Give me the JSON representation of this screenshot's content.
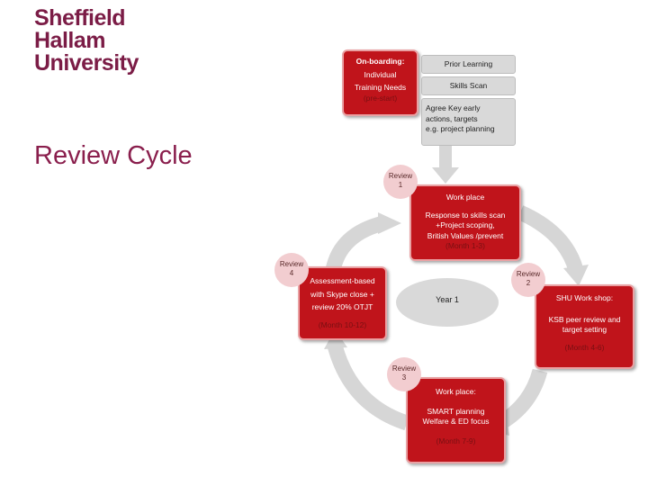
{
  "logo": {
    "line1": "Sheffield",
    "line2": "Hallam",
    "line3": "University"
  },
  "title": "Review Cycle",
  "onboarding": {
    "heading": "On-boarding:",
    "line1": "Individual",
    "line2": "Training Needs",
    "line3": "(pre-start)"
  },
  "side_boxes": {
    "prior_learning": "Prior Learning",
    "skills_scan": "Skills Scan",
    "agree": {
      "line1": "Agree Key early",
      "line2": "actions, targets",
      "line3": "e.g. project planning"
    }
  },
  "workplace1": {
    "heading": "Work place",
    "line1": "Response  to skills scan",
    "line2": "+Project scoping,",
    "line3": "British Values /prevent",
    "line4": "(Month 1-3)"
  },
  "shu_workshop": {
    "heading": "SHU Work shop:",
    "line1": "KSB peer review and",
    "line2": "target setting",
    "line3": "(Month 4-6)"
  },
  "workplace2": {
    "heading": "Work place:",
    "line1": "SMART planning",
    "line2": "Welfare & ED focus",
    "line3": "(Month 7-9)"
  },
  "assessment": {
    "line1": "Assessment-based",
    "line2": "with  Skype close +",
    "line3": "review 20% OTJT",
    "line4": "(Month  10-12)"
  },
  "center": "Year 1",
  "reviews": {
    "r1": {
      "label": "Review",
      "num": "1"
    },
    "r2": {
      "label": "Review",
      "num": "2"
    },
    "r3": {
      "label": "Review",
      "num": "3"
    },
    "r4": {
      "label": "Review",
      "num": "4"
    }
  },
  "colors": {
    "red": "#c0141b",
    "grey": "#d9d9d9",
    "badge": "#f2cdd0",
    "brand": "#7b1c46"
  }
}
